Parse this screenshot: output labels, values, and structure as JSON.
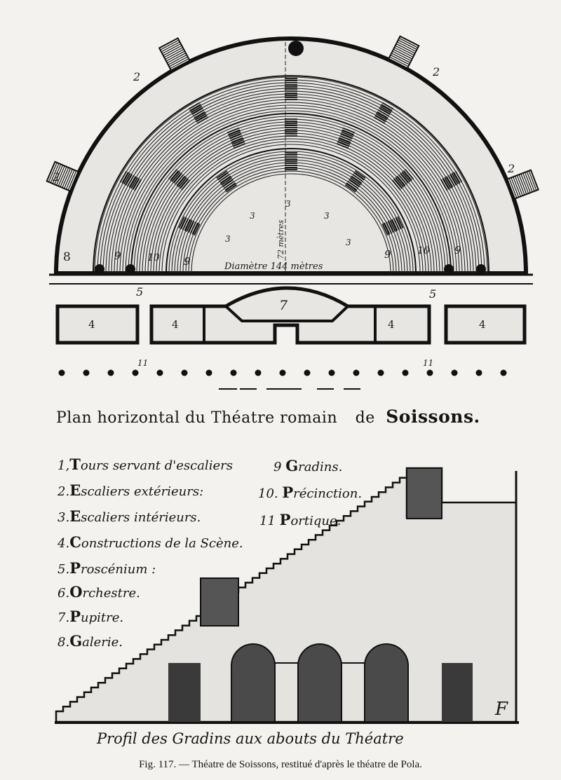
{
  "plan": {
    "title_main": "Plan horizontal du Théatre romain",
    "title_de": "de",
    "title_city": "Soissons.",
    "radius_label": "72 mètres",
    "diameter_label": "Diamètre 144 mètres",
    "labels": {
      "escalier": "2",
      "galerie": "8",
      "gradins": "9",
      "precinction": "10",
      "escaliers_int": "3",
      "scene": "4",
      "proscenium": "5",
      "pupitre": "7",
      "portique": "11"
    }
  },
  "legend": [
    {
      "num": "1,",
      "cap": "T",
      "text": "ours servant d'escaliers"
    },
    {
      "num": "2.",
      "cap": "E",
      "text": "scaliers extérieurs:"
    },
    {
      "num": "3.",
      "cap": "E",
      "text": "scaliers intérieurs."
    },
    {
      "num": "4.",
      "cap": "C",
      "text": "onstructions de la Scène."
    },
    {
      "num": "5.",
      "cap": "P",
      "text": "roscénium :"
    },
    {
      "num": "6.",
      "cap": "O",
      "text": "rchestre."
    },
    {
      "num": "7.",
      "cap": "P",
      "text": "upitre."
    },
    {
      "num": "8.",
      "cap": "G",
      "text": "alerie."
    },
    {
      "num": "9",
      "cap": "G",
      "text": "radins."
    },
    {
      "num": "10.",
      "cap": "P",
      "text": "récinction."
    },
    {
      "num": "11",
      "cap": "P",
      "text": "ortique."
    }
  ],
  "profile": {
    "title": "Profil des Gradins aux abouts du Théatre",
    "signature": "F"
  },
  "caption": "Fig. 117. — Théatre de Soissons, restitué d'après le théatre de Pola."
}
